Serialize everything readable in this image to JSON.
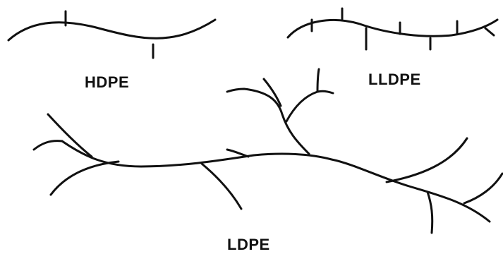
{
  "labels": {
    "hdpe": "HDPE",
    "lldpe": "LLDPE",
    "ldpe": "LDPE"
  },
  "colors": {
    "stroke": "#111111",
    "background": "#ffffff"
  }
}
